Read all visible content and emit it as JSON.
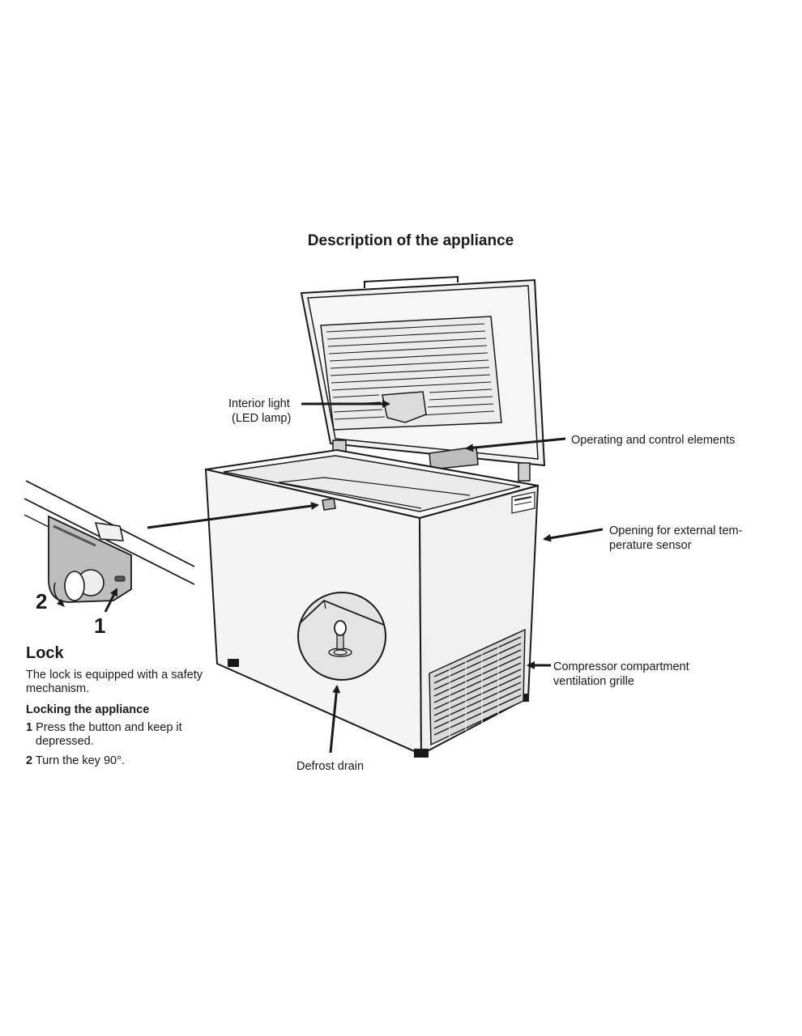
{
  "title": "Description of the appliance",
  "callouts": {
    "interior_light_line1": "Interior light",
    "interior_light_line2": "(LED lamp)",
    "operating_controls": "Operating and control elements",
    "sensor_line1": "Opening for external tem-",
    "sensor_line2": "perature sensor",
    "compressor_line1": "Compressor compartment",
    "compressor_line2": "ventilation grille",
    "defrost_drain": "Defrost drain"
  },
  "lock": {
    "heading": "Lock",
    "description": "The lock is equipped with a safety mechanism.",
    "subheading": "Locking the appliance",
    "steps": [
      {
        "num": "1",
        "text": "Press the button and keep it depressed."
      },
      {
        "num": "2",
        "text": "Turn the key 90°."
      }
    ],
    "figure_markers": {
      "press": "1",
      "turn": "2"
    }
  }
}
